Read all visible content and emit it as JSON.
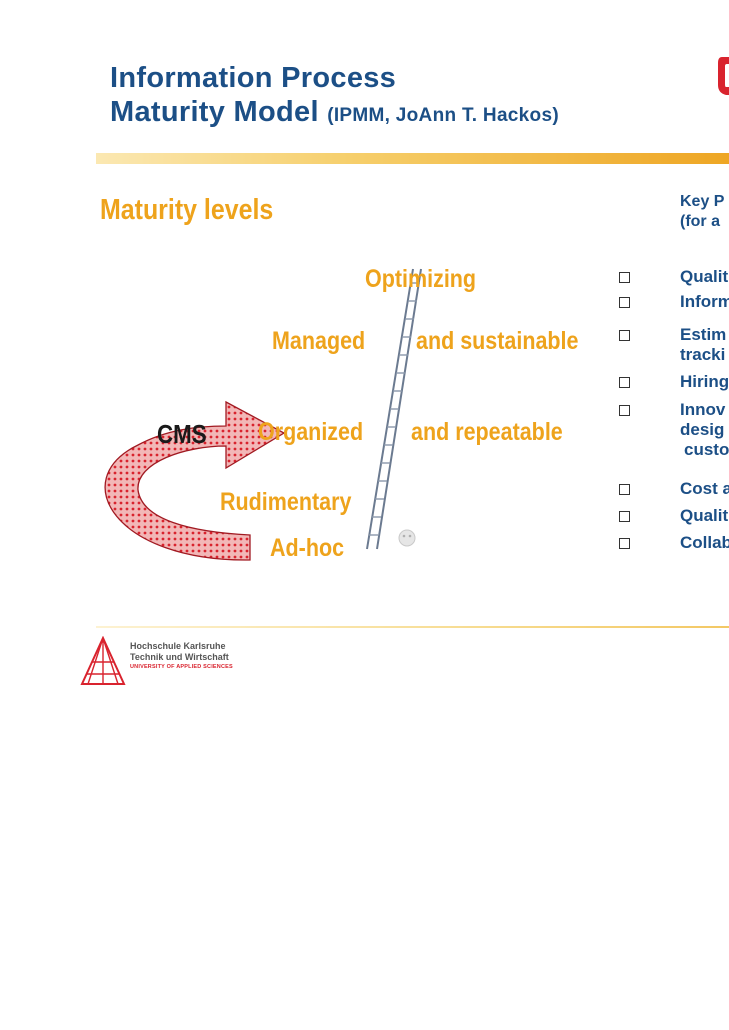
{
  "title": {
    "line1": "Information Process",
    "line2": "Maturity Model",
    "subtitle": "(IPMM, JoAnn T. Hackos)"
  },
  "maturity": {
    "heading": "Maturity levels",
    "levels": {
      "optimizing": "Optimizing",
      "managed": "Managed",
      "managed_suffix": "and sustainable",
      "organized": "Organized",
      "organized_suffix": "and repeatable",
      "rudimentary": "Rudimentary",
      "adhoc": "Ad-hoc"
    },
    "cms_label": "CMS"
  },
  "key_panel": {
    "heading_line1": "Key P",
    "heading_line2": "(for a",
    "items": [
      {
        "line1": "Qualit"
      },
      {
        "line1": "Inform"
      },
      {
        "line1": "Estim",
        "line2": "tracki"
      },
      {
        "line1": "Hiring"
      },
      {
        "line1": "Innov",
        "line2": "desig",
        "line3": "custo"
      },
      {
        "line1": "Cost a"
      },
      {
        "line1": "Qualit"
      },
      {
        "line1": "Collab"
      }
    ]
  },
  "footer": {
    "logo_line1": "Hochschule Karlsruhe",
    "logo_line2": "Technik und Wirtschaft",
    "logo_line3": "UNIVERSITY OF APPLIED SCIENCES"
  },
  "colors": {
    "title_blue": "#1c4f86",
    "gold": "#eea31c",
    "arrow_red": "#d9232e",
    "logo_red": "#d9232e"
  },
  "icons": {
    "corner_logo": "university-logo-icon",
    "ladder": "ladder-icon",
    "cycle_arrow": "curved-arrow-icon",
    "bullet": "square-bullet-icon",
    "footer_logo": "triangle-logo-icon"
  }
}
